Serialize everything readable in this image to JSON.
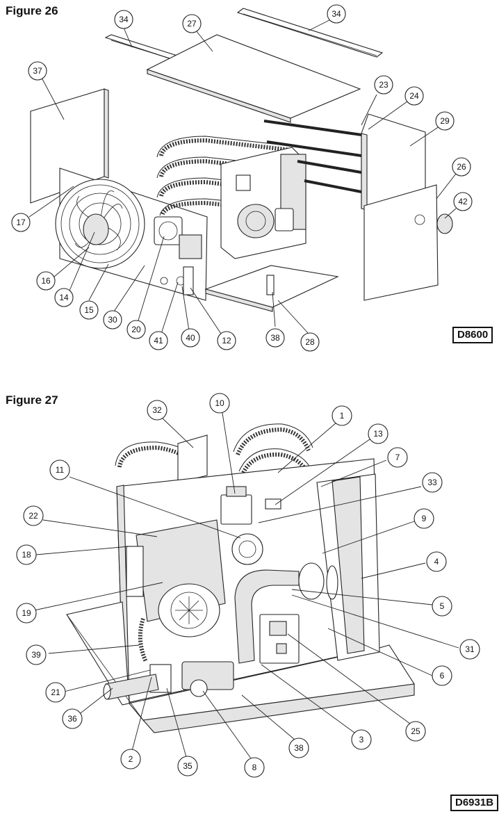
{
  "figure26": {
    "title": "Figure 26",
    "code": "D8600",
    "callouts": [
      "34",
      "34",
      "27",
      "37",
      "23",
      "24",
      "29",
      "26",
      "42",
      "17",
      "16",
      "14",
      "15",
      "30",
      "20",
      "41",
      "40",
      "12",
      "38",
      "28"
    ]
  },
  "figure27": {
    "title": "Figure 27",
    "code": "D6931B",
    "callouts": [
      "32",
      "10",
      "1",
      "13",
      "7",
      "33",
      "11",
      "22",
      "18",
      "9",
      "4",
      "19",
      "5",
      "31",
      "39",
      "6",
      "21",
      "36",
      "25",
      "3",
      "2",
      "35",
      "8",
      "38"
    ]
  }
}
